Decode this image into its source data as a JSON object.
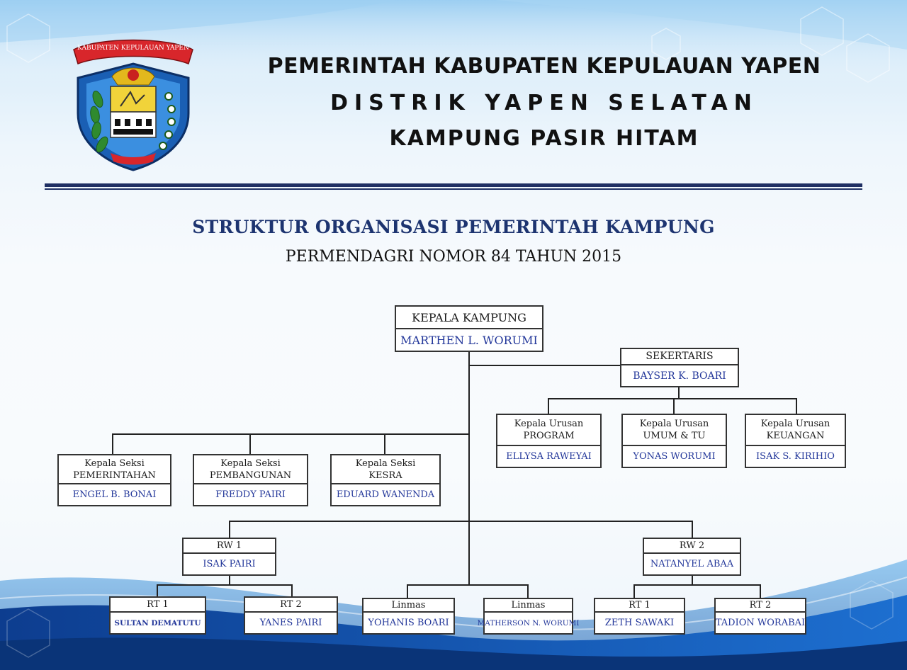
{
  "header": {
    "line1": "PEMERINTAH KABUPATEN KEPULAUAN YAPEN",
    "line2": "DISTRIK YAPEN SELATAN",
    "line3": "KAMPUNG PASIR HITAM"
  },
  "logo": {
    "banner_text": "KABUPATEN KEPULAUAN YAPEN",
    "icon": "coat-of-arms"
  },
  "title": "STRUKTUR ORGANISASI PEMERINTAH KAMPUNG",
  "subtitle": "PERMENDAGRI NOMOR 84 TAHUN 2015",
  "colors": {
    "title": "#1d3470",
    "name_text": "#23379a",
    "rule": "#1f2f63"
  },
  "nodes": {
    "kepala": {
      "role_lines": [
        "KEPALA KAMPUNG"
      ],
      "name": "MARTHEN L. WORUMI"
    },
    "sekretaris": {
      "role_lines": [
        "SEKERTARIS"
      ],
      "name": "BAYSER K. BOARI"
    },
    "kaur_program": {
      "role_lines": [
        "Kepala Urusan",
        "PROGRAM"
      ],
      "name": "ELLYSA RAWEYAI"
    },
    "kaur_umum": {
      "role_lines": [
        "Kepala Urusan",
        "UMUM & TU"
      ],
      "name": "YONAS WORUMI"
    },
    "kaur_keuangan": {
      "role_lines": [
        "Kepala Urusan",
        "KEUANGAN"
      ],
      "name": "ISAK S. KIRIHIO"
    },
    "kasi_pemerintahan": {
      "role_lines": [
        "Kepala Seksi",
        "PEMERINTAHAN"
      ],
      "name": "ENGEL B. BONAI"
    },
    "kasi_pembangunan": {
      "role_lines": [
        "Kepala Seksi",
        "PEMBANGUNAN"
      ],
      "name": "FREDDY  PAIRI"
    },
    "kasi_kesra": {
      "role_lines": [
        "Kepala Seksi",
        "KESRA"
      ],
      "name": "EDUARD WANENDA"
    },
    "rw1": {
      "role_lines": [
        "RW 1"
      ],
      "name": "ISAK PAIRI"
    },
    "rw2": {
      "role_lines": [
        "RW 2"
      ],
      "name": "NATANYEL ABAA"
    },
    "rt1_rw1": {
      "role_lines": [
        "RT 1"
      ],
      "name": "SULTAN DEMATUTU"
    },
    "rt2_rw1": {
      "role_lines": [
        "RT 2"
      ],
      "name": "YANES PAIRI"
    },
    "linmas1": {
      "role_lines": [
        "Linmas"
      ],
      "name": "YOHANIS BOARI"
    },
    "linmas2": {
      "role_lines": [
        "Linmas"
      ],
      "name": "MATHERSON N. WORUMI"
    },
    "rt1_rw2": {
      "role_lines": [
        "RT 1"
      ],
      "name": "ZETH SAWAKI"
    },
    "rt2_rw2": {
      "role_lines": [
        "RT 2"
      ],
      "name": "TADION WORABAI"
    }
  }
}
